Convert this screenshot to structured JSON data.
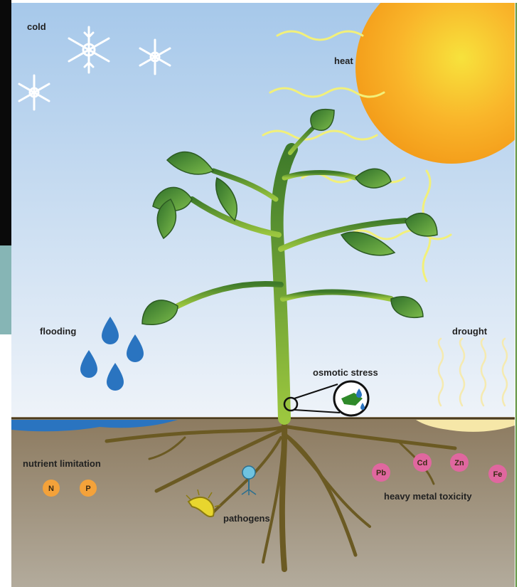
{
  "labels": {
    "cold": "cold",
    "heat": "heat",
    "flooding": "flooding",
    "drought": "drought",
    "osmotic_stress": "osmotic stress",
    "nutrient_limitation": "nutrient limitation",
    "heavy_metal_toxicity": "heavy metal toxicity",
    "pathogens": "pathogens"
  },
  "nutrients": [
    "N",
    "P"
  ],
  "metals": [
    "Pb",
    "Cd",
    "Zn",
    "Fe"
  ],
  "colors": {
    "sky_top": "#a6c8ea",
    "sky_bottom": "#eef3f9",
    "soil_top": "#8c7a5f",
    "soil_bottom": "#b3ab9c",
    "sun": "#f9a21b",
    "water": "#2a74c0",
    "leaf": "#3f8a35",
    "root": "#6b5a23",
    "nutrient_chip": "#f4a23a",
    "metal_chip": "#e0679f",
    "heat_wave": "#f2f07a"
  }
}
